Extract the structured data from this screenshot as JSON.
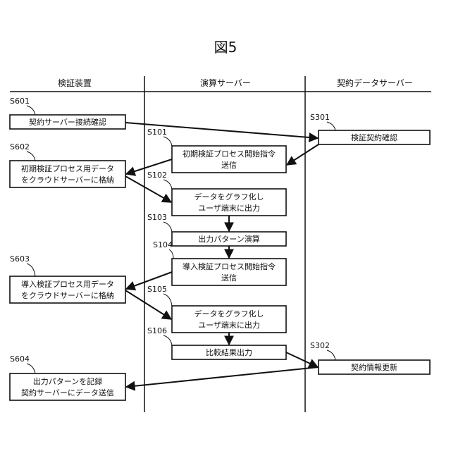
{
  "figure_title": "図5",
  "columns": {
    "verifier": "検証装置",
    "compute": "演算サーバー",
    "contract": "契約データサーバー"
  },
  "steps": {
    "s601": {
      "id": "S601",
      "lines": [
        "契約サーバー接続確認"
      ]
    },
    "s602": {
      "id": "S602",
      "lines": [
        "初期検証プロセス用データ",
        "をクラウドサーバーに格納"
      ]
    },
    "s603": {
      "id": "S603",
      "lines": [
        "導入検証プロセス用データ",
        "をクラウドサーバーに格納"
      ]
    },
    "s604": {
      "id": "S604",
      "lines": [
        "出力パターンを記録",
        "契約サーバーにデータ送信"
      ]
    },
    "s101": {
      "id": "S101",
      "lines": [
        "初期検証プロセス開始指令",
        "送信"
      ]
    },
    "s102": {
      "id": "S102",
      "lines": [
        "データをグラフ化し",
        "ユーザ端末に出力"
      ]
    },
    "s103": {
      "id": "S103",
      "lines": [
        "出力パターン演算"
      ]
    },
    "s104": {
      "id": "S104",
      "lines": [
        "導入検証プロセス開始指令",
        "送信"
      ]
    },
    "s105": {
      "id": "S105",
      "lines": [
        "データをグラフ化し",
        "ユーザ端末に出力"
      ]
    },
    "s106": {
      "id": "S106",
      "lines": [
        "比較結果出力"
      ]
    },
    "s301": {
      "id": "S301",
      "lines": [
        "検証契約確認"
      ]
    },
    "s302": {
      "id": "S302",
      "lines": [
        "契約情報更新"
      ]
    }
  }
}
